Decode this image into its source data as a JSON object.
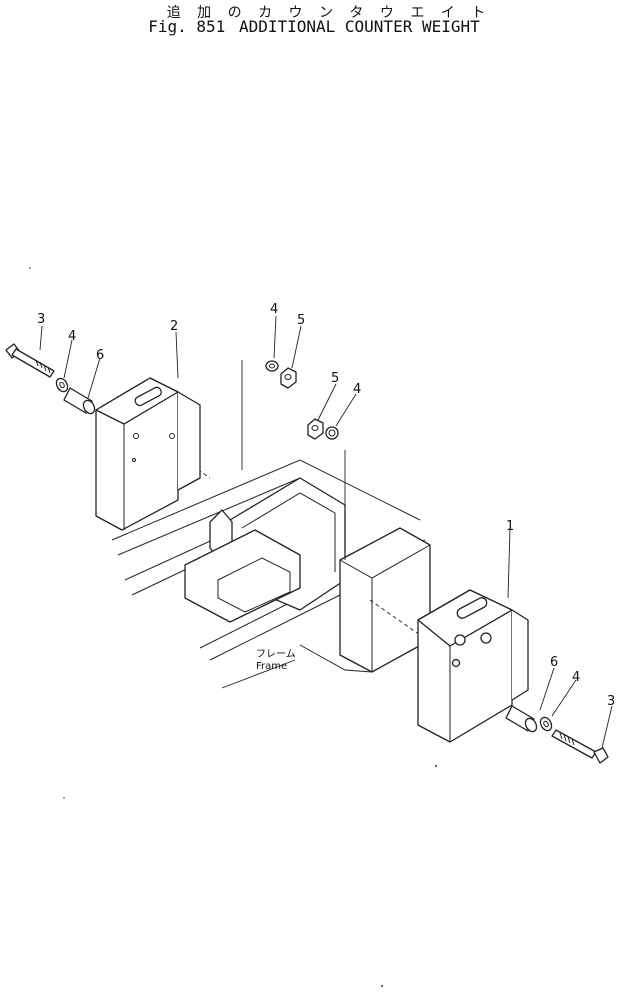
{
  "title": {
    "japanese": "追 加 の カ ウ ン タ ウ エ イ ト",
    "figure": "Fig. 851",
    "name": "ADDITIONAL COUNTER WEIGHT"
  },
  "callouts": {
    "left_bolt": "3",
    "left_washer": "4",
    "left_spacer": "6",
    "left_weight": "2",
    "top_washer": "4",
    "top_nut": "5",
    "mid_nut": "5",
    "mid_washer": "4",
    "right_weight": "1",
    "right_spacer": "6",
    "right_washer": "4",
    "right_bolt": "3"
  },
  "frame_label": {
    "japanese": "フレーム",
    "english": "Frame"
  }
}
